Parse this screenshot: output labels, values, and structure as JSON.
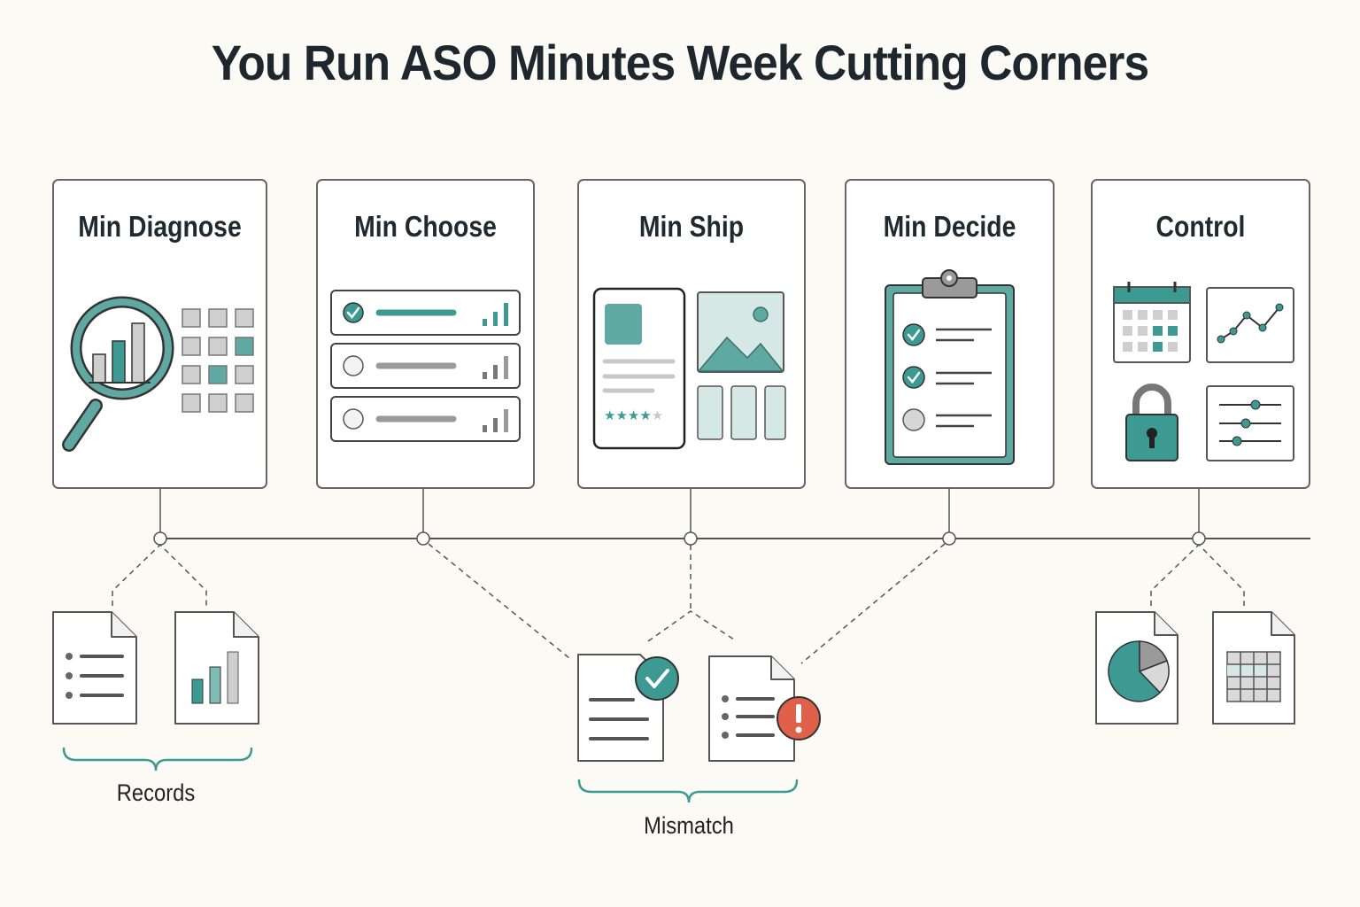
{
  "title": "You Run ASO Minutes Week Cutting Corners",
  "stages": [
    {
      "title": "Min Diagnose",
      "icon": "magnifier-chart-grid-icon"
    },
    {
      "title": "Min Choose",
      "icon": "option-list-icon"
    },
    {
      "title": "Min Ship",
      "icon": "app-listing-preview-icon"
    },
    {
      "title": "Min Decide",
      "icon": "checklist-clipboard-icon"
    },
    {
      "title": "Control",
      "icon": "control-panel-icon"
    }
  ],
  "groups": {
    "records": {
      "label": "Records"
    },
    "mismatch": {
      "label": "Mismatch"
    }
  },
  "colors": {
    "teal": "#3d9a92",
    "teal_light": "#5fa9a2",
    "teal_pale": "#d6e8e5",
    "gray": "#c9c9c9",
    "dark": "#333333",
    "alert": "#e0614a",
    "background": "#fbfaf5"
  }
}
